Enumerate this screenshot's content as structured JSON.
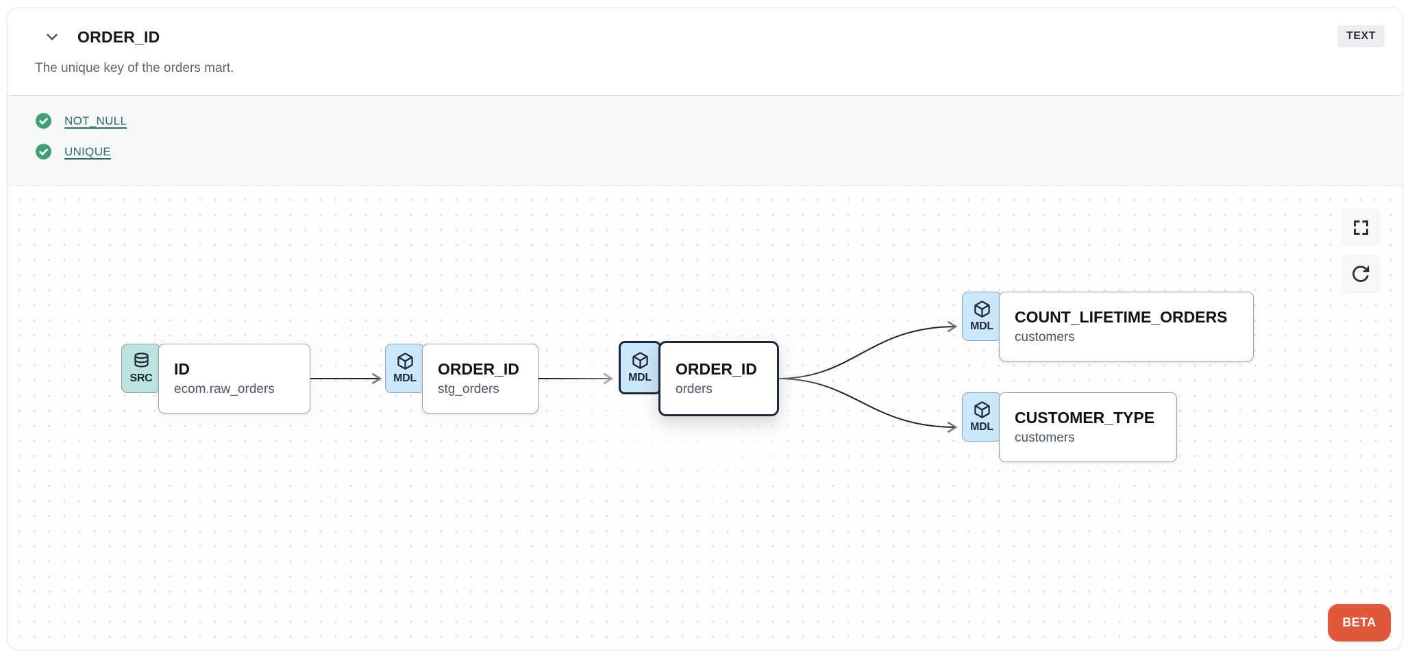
{
  "header": {
    "title": "ORDER_ID",
    "description": "The unique key of the orders mart.",
    "type_badge": "TEXT"
  },
  "tests": {
    "items": [
      {
        "label": "NOT_NULL",
        "status": "pass",
        "icon": "check-circle-icon"
      },
      {
        "label": "UNIQUE",
        "status": "pass",
        "icon": "check-circle-icon"
      }
    ]
  },
  "canvas": {
    "nodes": [
      {
        "badge": "SRC",
        "icon": "database-icon",
        "title": "ID",
        "subtitle": "ecom.raw_orders",
        "selected": false
      },
      {
        "badge": "MDL",
        "icon": "cube-icon",
        "title": "ORDER_ID",
        "subtitle": "stg_orders",
        "selected": false
      },
      {
        "badge": "MDL",
        "icon": "cube-icon",
        "title": "ORDER_ID",
        "subtitle": "orders",
        "selected": true
      },
      {
        "badge": "MDL",
        "icon": "cube-icon",
        "title": "COUNT_LIFETIME_ORDERS",
        "subtitle": "customers",
        "selected": false
      },
      {
        "badge": "MDL",
        "icon": "cube-icon",
        "title": "CUSTOMER_TYPE",
        "subtitle": "customers",
        "selected": false
      }
    ],
    "controls": [
      {
        "name": "fullscreen",
        "icon": "maximize-icon"
      },
      {
        "name": "refresh",
        "icon": "refresh-icon"
      }
    ],
    "beta_label": "BETA"
  },
  "colors": {
    "accent_orange": "#e0583a",
    "test_pass_green": "#3fa173",
    "test_link": "#2e6b5e",
    "src_badge_bg": "#bce3df",
    "mdl_badge_bg": "#cbe7fa",
    "selected_border": "#1d2738",
    "edge": "#1c212a",
    "tests_section_bg": "#f7f8fa",
    "type_badge_bg": "#eceef2"
  }
}
